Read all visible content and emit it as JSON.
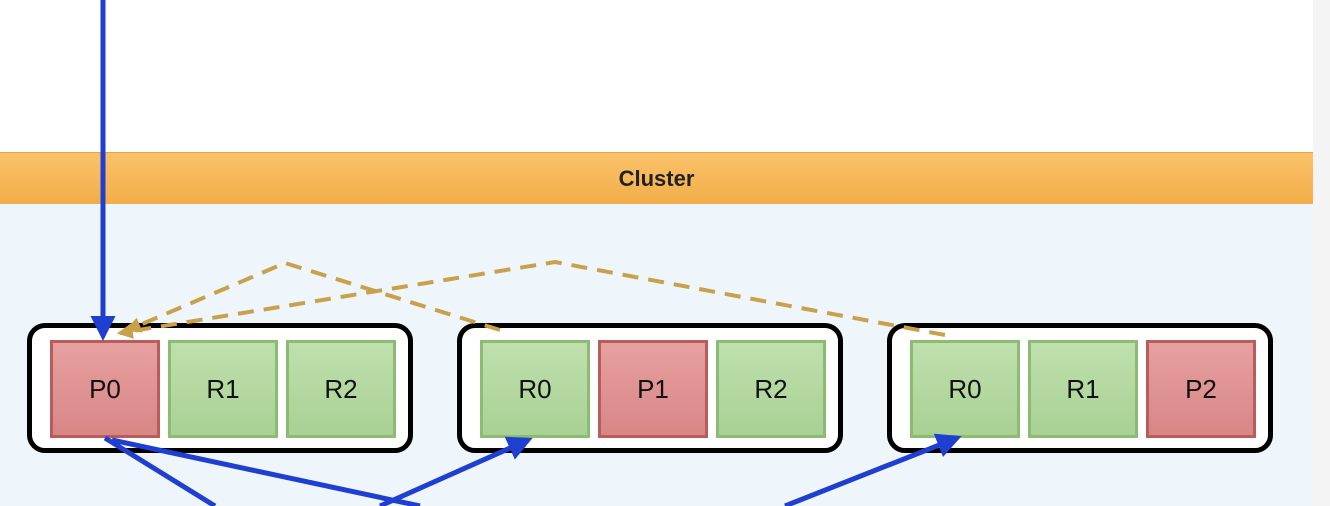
{
  "cluster": {
    "title": "Cluster",
    "header_color": "#f5b24f",
    "background_color": "#eef5fb"
  },
  "nodes": [
    {
      "shards": [
        {
          "label": "P0",
          "role": "primary"
        },
        {
          "label": "R1",
          "role": "replica"
        },
        {
          "label": "R2",
          "role": "replica"
        }
      ]
    },
    {
      "shards": [
        {
          "label": "R0",
          "role": "replica"
        },
        {
          "label": "P1",
          "role": "primary"
        },
        {
          "label": "R2",
          "role": "replica"
        }
      ]
    },
    {
      "shards": [
        {
          "label": "R0",
          "role": "replica"
        },
        {
          "label": "R1",
          "role": "replica"
        },
        {
          "label": "P2",
          "role": "primary"
        }
      ]
    }
  ],
  "colors": {
    "primary": "#de8e8e",
    "replica": "#b4d89f",
    "request_arrow": "#1f3fd1",
    "replication_arrow": "#c9a14a"
  }
}
